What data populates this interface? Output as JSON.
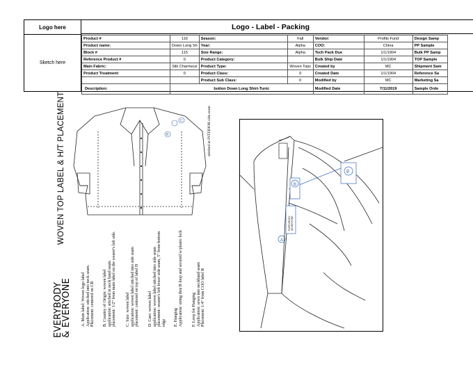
{
  "header": {
    "logo_text": "Logo here",
    "title": "Logo - Label - Packing",
    "sketch_text": "Sketch here",
    "rows": [
      {
        "c1_label": "Product #",
        "c1_value": "116",
        "c2_label": "Season:",
        "c2_value": "Fall",
        "c3_label": "Vendor:",
        "c3_value": "Profits Fund",
        "c4_label": "Design Samp"
      },
      {
        "c1_label": "Product name:",
        "c1_value": "Down Long Sh",
        "c2_label": "Year:",
        "c2_value": "Alpha",
        "c3_label": "COO:",
        "c3_value": "China",
        "c4_label": "PP Sample"
      },
      {
        "c1_label": "Block #",
        "c1_value": "115",
        "c2_label": "Size Range:",
        "c2_value": "Alpha",
        "c3_label": "Tech Pack Due",
        "c3_value": "1/1/1904",
        "c4_label": "Bulk PP Samp"
      },
      {
        "c1_label": "Reference Product #",
        "c1_value": "0",
        "c2_label": "Product Category:",
        "c2_value": "",
        "c3_label": "Bulk Ship Date",
        "c3_value": "1/1/1904",
        "c4_label": "TOP Sample"
      },
      {
        "c1_label": "Main Fabric:",
        "c1_value": "Silk Charmeus",
        "c2_label": "Product Type:",
        "c2_value": "Woven Tops",
        "c3_label": "Created by",
        "c3_value": "MC",
        "c4_label": "Shipment Sam"
      },
      {
        "c1_label": "Product Treatment:",
        "c1_value": "0",
        "c2_label": "Product Class:",
        "c2_value": "0",
        "c3_label": "Created Date",
        "c3_value": "1/1/1904",
        "c4_label": "Reference Sa"
      },
      {
        "c1_label": "",
        "c1_value": "",
        "c2_label": "Product Sub Class:",
        "c2_value": "0",
        "c3_label": "Modified by",
        "c3_value": "MC",
        "c4_label": "Marketing Sa"
      }
    ],
    "description": {
      "label": "Description:",
      "value": "button Down Long Shirt-Tunic",
      "modified_label": "Modified Date",
      "modified_value": "7/11/2019",
      "c4_label": "Sample Orde"
    }
  },
  "page": {
    "brand_line1": "EVERYBODY",
    "brand_line2": "& EVERYONE",
    "placement_title": "WOVEN TOP LABEL & H/T PLACEMENT",
    "stitch_note": "stitched in INTERIOR side seam",
    "notes": [
      [
        "A. Main label: Woven logo label",
        "Application: stitched into neck seam.",
        "Placement: centered on CB"
      ],
      [
        "B. Country of Origin: woven label",
        "application: stitched in neck band seam.",
        "placement: 1/2\" from main label on the wearer's left side."
      ],
      [
        "C. Size: woven label",
        "application: woven label stitched into side seam",
        "placement: centered on top of label D"
      ],
      [
        "D. Care: woven label",
        "application: woven label stitched into side seam",
        "placement: wearer's left lower side seam, 5\" from bottom",
        "edge"
      ],
      [
        "E. Hangtag",
        "Application: string thru B loop and secured w/plastic lock"
      ],
      [
        "F. Loop for Hanging",
        "Application: sewn into neckband seam",
        "Placement: 1/4\" from COO label B"
      ]
    ],
    "callouts": {
      "a": "A",
      "b": "B",
      "c": "C",
      "e": "E",
      "label_text_1": "EVERYBODY",
      "label_text_2": "&EVERYONE"
    }
  }
}
